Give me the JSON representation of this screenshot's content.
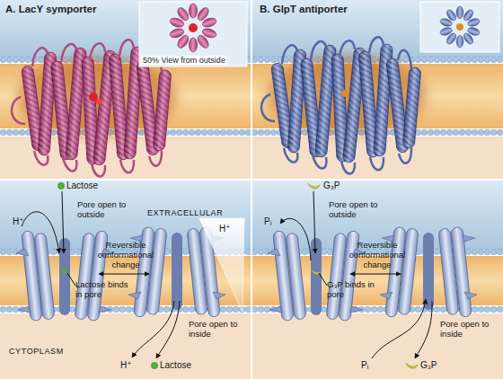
{
  "diagram": {
    "nodes": [
      {
        "text": [
          "A. LacY symporter"
        ]
      },
      {
        "text": [
          "50% View from outside"
        ],
        "in": 0
      },
      {
        "text": [
          "B. GlpT antiporter"
        ]
      }
    ],
    "labels": [
      "Lactose",
      "H⁺",
      "Pore open to outside",
      "EXTRACELLULAR",
      "Reversible conformational change",
      "Lactose binds in pore",
      "H⁺",
      "Pore open to inside",
      "CYTOPLASM",
      "H⁺",
      "Lactose",
      "G₃P",
      "Pᵢ",
      "Pore open to outside",
      "Reversible conformational change",
      "G₃P binds in pore",
      "Pore open to inside",
      "Pᵢ",
      "G₃P"
    ]
  }
}
